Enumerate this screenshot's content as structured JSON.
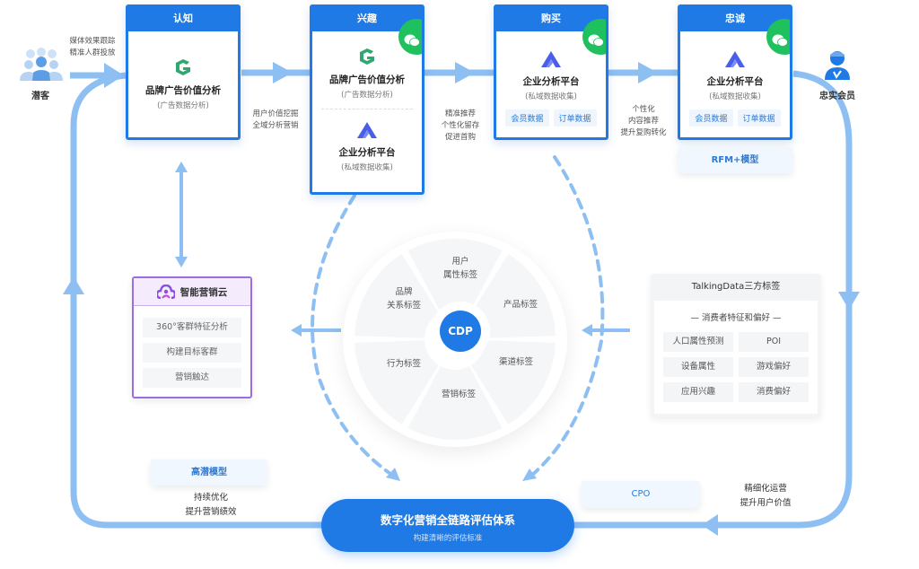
{
  "colors": {
    "primary": "#1f7ae6",
    "flow_line": "#8dbff2",
    "wechat_green": "#1fc15f",
    "purple": "#9b6ee0",
    "brand_green": "#2ea86f"
  },
  "personas": {
    "prospect": {
      "label": "潜客",
      "icon": "people-group-icon"
    },
    "loyal": {
      "label": "忠实会员",
      "icon": "verified-member-icon"
    }
  },
  "flow_notes": {
    "prospect_to_awareness": [
      "媒体效果跟踪",
      "精准人群投放"
    ],
    "awareness_to_interest": [
      "用户价值挖掘",
      "全域分析营销"
    ],
    "interest_to_purchase": [
      "精准推荐",
      "个性化留存",
      "促进首购"
    ],
    "purchase_to_loyalty": [
      "个性化",
      "内容推荐",
      "提升复购转化"
    ],
    "bottom_left": [
      "持续优化",
      "提升营销绩效"
    ],
    "bottom_right": [
      "精细化运营",
      "提升用户价值"
    ]
  },
  "stages": [
    {
      "title": "认知",
      "wechat": false,
      "products": [
        {
          "icon": "brand-g-logo-icon",
          "name": "品牌广告价值分析",
          "sub": "(广告数据分析)"
        }
      ],
      "chips": []
    },
    {
      "title": "兴趣",
      "wechat": true,
      "products": [
        {
          "icon": "brand-g-logo-icon",
          "name": "品牌广告价值分析",
          "sub": "(广告数据分析)"
        },
        {
          "icon": "analytics-a-logo-icon",
          "name": "企业分析平台",
          "sub": "(私域数据收集)"
        }
      ],
      "chips": []
    },
    {
      "title": "购买",
      "wechat": true,
      "products": [
        {
          "icon": "analytics-a-logo-icon",
          "name": "企业分析平台",
          "sub": "(私域数据收集)"
        }
      ],
      "chips": [
        "会员数据",
        "订单数据"
      ]
    },
    {
      "title": "忠诚",
      "wechat": true,
      "products": [
        {
          "icon": "analytics-a-logo-icon",
          "name": "企业分析平台",
          "sub": "(私域数据收集)"
        }
      ],
      "chips": [
        "会员数据",
        "订单数据"
      ]
    }
  ],
  "models": {
    "rfm": "RFM+模型",
    "high_potential": "高潜模型",
    "cpo": "CPO"
  },
  "smart_cloud": {
    "title": "智能营销云",
    "items": [
      "360°客群特征分析",
      "构建目标客群",
      "营销触达"
    ]
  },
  "cdp": {
    "center": "CDP",
    "segments": [
      [
        "用户",
        "属性标签"
      ],
      [
        "产品标签"
      ],
      [
        "渠道标签"
      ],
      [
        "营销标签"
      ],
      [
        "行为标签"
      ],
      [
        "品牌",
        "关系标签"
      ]
    ]
  },
  "talkingdata": {
    "title": "TalkingData三方标签",
    "subtitle": "— 消费者特征和偏好 —",
    "items": [
      "人口属性预测",
      "POI",
      "设备属性",
      "游戏偏好",
      "应用兴趣",
      "消费偏好"
    ]
  },
  "evaluation": {
    "title": "数字化营销全链路评估体系",
    "subtitle": "构建清晰的评估标准"
  }
}
